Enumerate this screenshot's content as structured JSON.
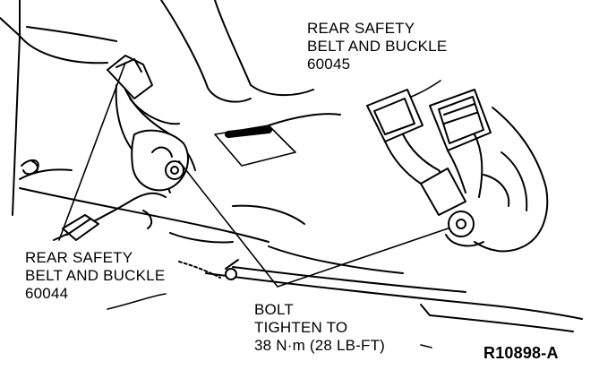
{
  "labels": {
    "rear_right": {
      "line1": "REAR SAFETY",
      "line2": "BELT AND BUCKLE",
      "part": "60045"
    },
    "rear_left": {
      "line1": "REAR SAFETY",
      "line2": "BELT AND BUCKLE",
      "part": "60044"
    },
    "bolt": {
      "line1": "BOLT",
      "line2": "TIGHTEN TO",
      "line3": "38 N·m (28 LB-FT)"
    },
    "figure_id": "R10898-A"
  }
}
